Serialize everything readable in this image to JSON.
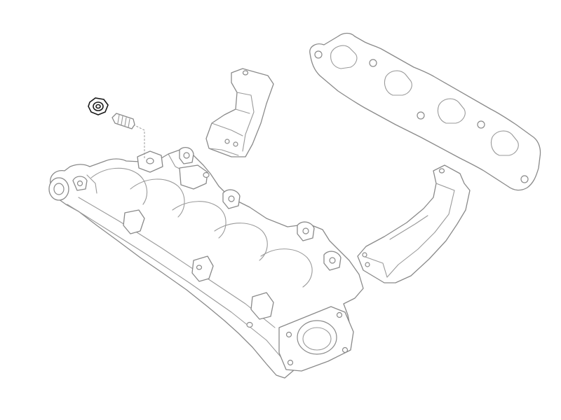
{
  "diagram": {
    "description_parts": [
      "intake-manifold",
      "manifold-gasket",
      "upper-support-bracket",
      "lower-support-bracket",
      "stud",
      "nut"
    ],
    "line_color": "#8a8a8a",
    "highlight_color": "#1a1a1a",
    "background": "#ffffff"
  }
}
